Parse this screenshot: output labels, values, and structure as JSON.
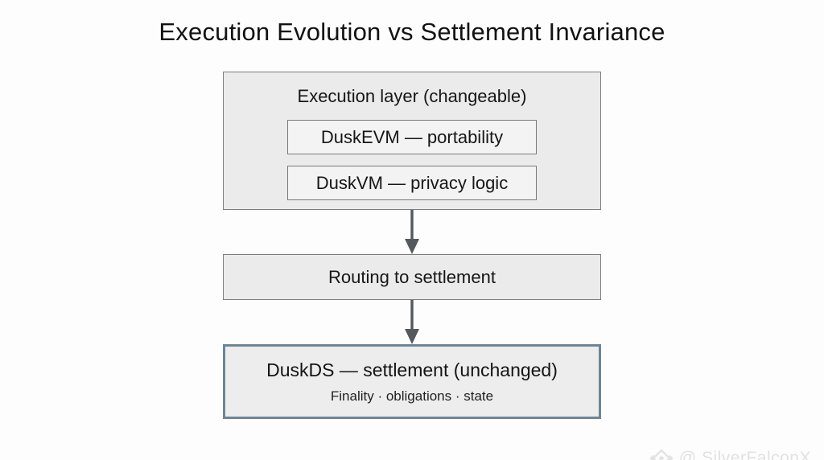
{
  "title": "Execution Evolution vs Settlement Invariance",
  "diagram": {
    "execution_box": {
      "label": "Execution layer (changeable)",
      "children": [
        {
          "label": "DuskEVM — portability"
        },
        {
          "label": "DuskVM — privacy logic"
        }
      ]
    },
    "routing_box": {
      "label": "Routing to settlement"
    },
    "settlement_box": {
      "label": "DuskDS — settlement (unchanged)",
      "sublabel": "Finality · obligations · state"
    }
  },
  "watermark": {
    "handle": "@ SilverFalconX",
    "icon": "diamond-logo-icon"
  },
  "colors": {
    "background": "#fdfdfd",
    "box_fill": "#ebebeb",
    "inner_box_fill": "#f3f3f3",
    "box_border": "#7d7d7d",
    "settlement_border": "#6d8597",
    "arrow": "#55585c",
    "watermark_text": "#e1e1e1"
  }
}
